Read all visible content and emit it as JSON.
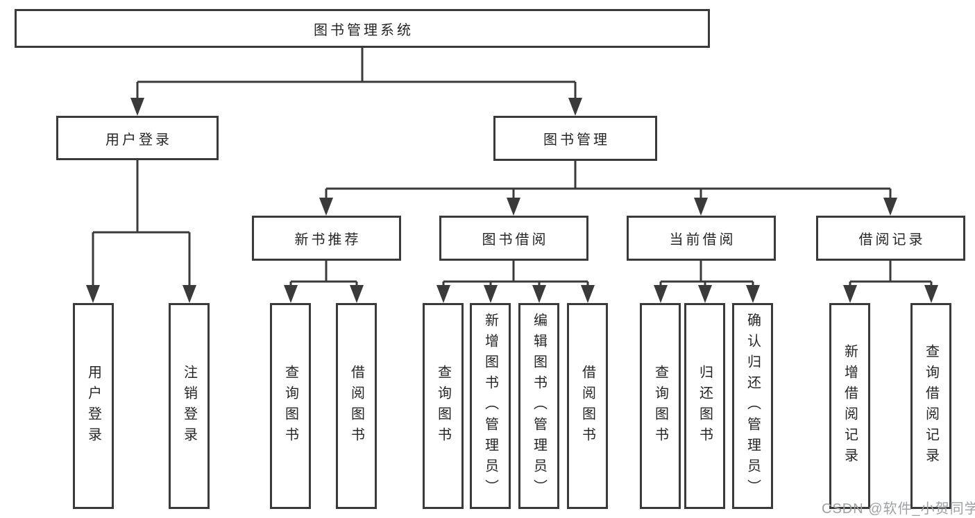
{
  "diagram": {
    "root": {
      "label": "图书管理系统"
    },
    "level2": [
      {
        "id": "user-login",
        "label": "用户登录"
      },
      {
        "id": "book-management",
        "label": "图书管理"
      }
    ],
    "level3": [
      {
        "id": "new-book-recommendation",
        "label": "新书推荐",
        "parent": "图书管理"
      },
      {
        "id": "book-borrowing",
        "label": "图书借阅",
        "parent": "图书管理"
      },
      {
        "id": "current-borrowing",
        "label": "当前借阅",
        "parent": "图书管理"
      },
      {
        "id": "borrowing-records",
        "label": "借阅记录",
        "parent": "图书管理"
      }
    ],
    "leaves": [
      {
        "label": "用户登录",
        "parent": "用户登录"
      },
      {
        "label": "注销登录",
        "parent": "用户登录"
      },
      {
        "label": "查询图书",
        "parent": "新书推荐"
      },
      {
        "label": "借阅图书",
        "parent": "新书推荐"
      },
      {
        "label": "查询图书",
        "parent": "图书借阅"
      },
      {
        "label": "新增图书（管理员）",
        "parent": "图书借阅"
      },
      {
        "label": "编辑图书（管理员）",
        "parent": "图书借阅"
      },
      {
        "label": "借阅图书",
        "parent": "图书借阅"
      },
      {
        "label": "查询图书",
        "parent": "当前借阅"
      },
      {
        "label": "归还图书",
        "parent": "当前借阅"
      },
      {
        "label": "确认归还（管理员）",
        "parent": "当前借阅"
      },
      {
        "label": "新增借阅记录",
        "parent": "借阅记录"
      },
      {
        "label": "查询借阅记录",
        "parent": "借阅记录"
      }
    ]
  },
  "watermark": {
    "text": "CSDN @软件_小贺同学"
  },
  "colors": {
    "line": "#3a3a3a",
    "text": "#262626",
    "background": "#ffffff",
    "watermark": "#9da1a4"
  }
}
